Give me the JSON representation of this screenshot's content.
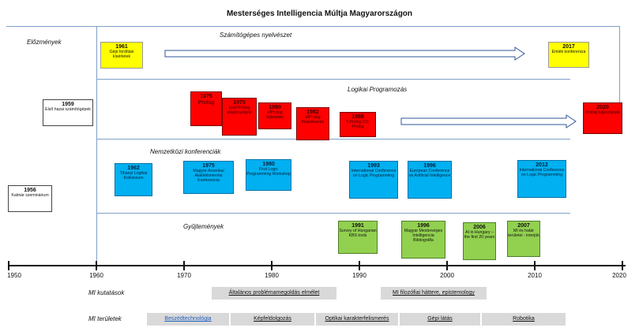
{
  "title": "Mesterséges Intelligencia Múltja Magyarországon",
  "lanes": {
    "elozmenyek": "Előzmények",
    "nyelveszet": "Számítógépes nyelvészet",
    "logikai": "Logikai Programozás",
    "konferenciak": "Nemzetközi konferenciák",
    "gyujtemenyek": "Gyűjtemények"
  },
  "boxes": {
    "y1961": {
      "year": "1961",
      "text": "Gépi fordítási kísérletek"
    },
    "y2017": {
      "year": "2017",
      "text": "Emlék konferencia"
    },
    "y1959": {
      "year": "1959",
      "text": "Első hazai számítógépek"
    },
    "y1956": {
      "year": "1956",
      "text": "Kalmár szeminárium"
    },
    "y1975r": {
      "year": "1975",
      "text": "Prolog"
    },
    "y1979": {
      "year": "1979",
      "text": "Első Prolog alkalmazások"
    },
    "y1980r": {
      "year": "1980",
      "text": "MProlog fejlesztés"
    },
    "y1982": {
      "year": "1982",
      "text": "MProlog forgalmazás"
    },
    "y1988": {
      "year": "1988",
      "text": "T-Prolog CS-Prolog"
    },
    "y2020": {
      "year": "2020",
      "text": "Prolog fejlesztések"
    },
    "y1962": {
      "year": "1962",
      "text": "Tihanyi Logikai Kollokvium"
    },
    "y1975b": {
      "year": "1975",
      "text": "Magyar-Amerikai Alakfelismerési Konferencia"
    },
    "y1980b": {
      "year": "1980",
      "text": "First Logic Programming Workshop"
    },
    "y1993": {
      "year": "1993",
      "text": "International Conference on Logic Programming"
    },
    "y1996b": {
      "year": "1996",
      "text": "European Conference on Artificial Intelligence"
    },
    "y2012": {
      "year": "2012",
      "text": "International Conference on Logic Programming"
    },
    "y1991": {
      "year": "1991",
      "text": "Survey of Hungarian KBS tools"
    },
    "y1996g": {
      "year": "1996",
      "text": "Magyar Mesterséges Intelligencia Bibliográfia"
    },
    "y2006": {
      "year": "2006",
      "text": "AI in Hungary – the first 20 years"
    },
    "y2007": {
      "year": "2007",
      "text": "MI és határ területei - interjúk"
    }
  },
  "axis": {
    "t1950": "1950",
    "t1960": "1960",
    "t1970": "1970",
    "t1980": "1980",
    "t1990": "1990",
    "t2000": "2000",
    "t2010": "2010",
    "t2020": "2020"
  },
  "research": {
    "label": "MI kutatások",
    "items": [
      "Általános problémamegoldás elmélet",
      "MI filozófiai háttere, epistemology"
    ]
  },
  "areas": {
    "label": "MI területek",
    "items": [
      "Beszédtechnológia",
      "Képfeldolgozás",
      "Optikai karakterfelismerés",
      "Gépi látás",
      "Robotika"
    ]
  },
  "colors": {
    "yellow": "#ffff00",
    "red": "#ff0000",
    "blue": "#00b0f0",
    "green": "#92d050",
    "grid": "#7f9fc9"
  }
}
